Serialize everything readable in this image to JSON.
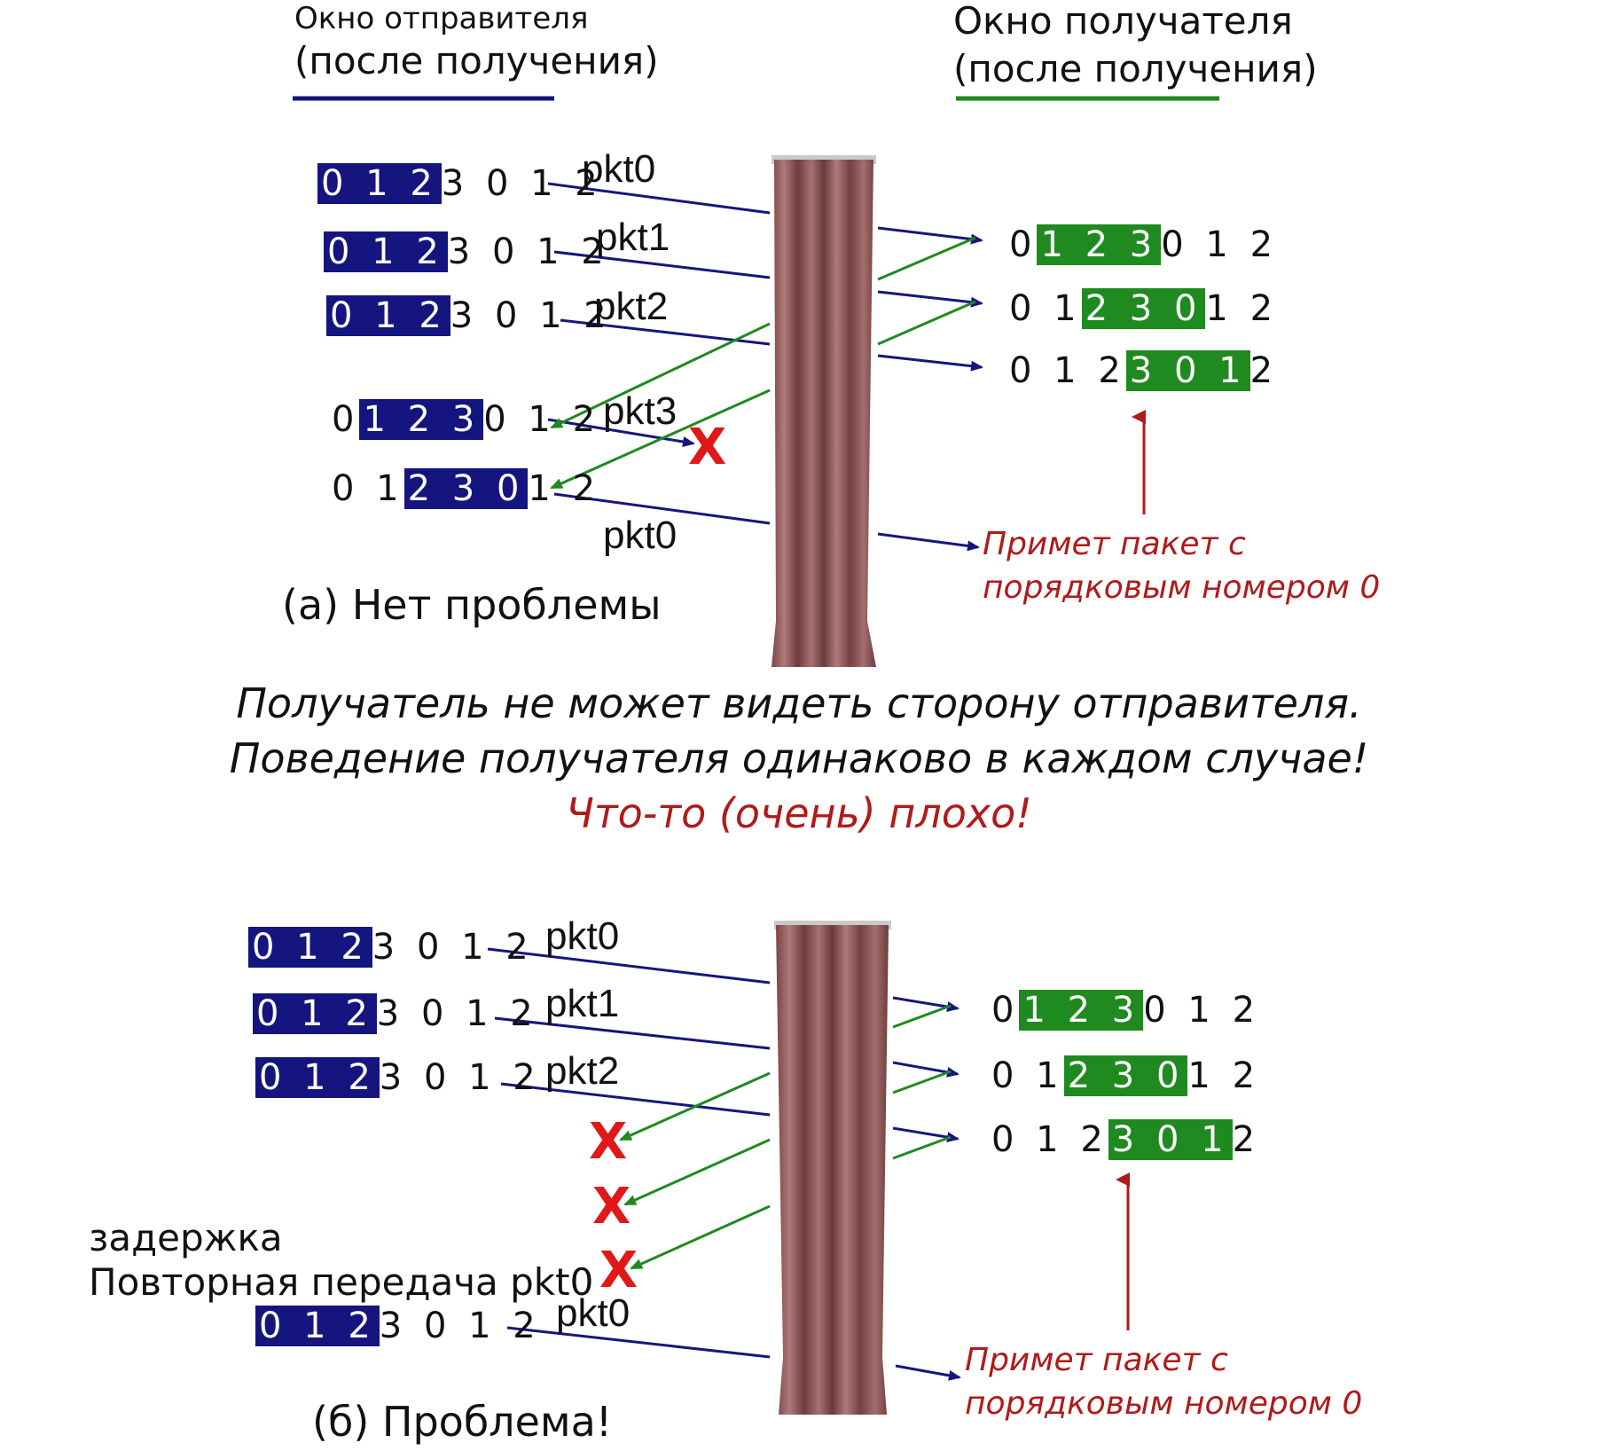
{
  "sender_window": {
    "line1": "Окно отправителя",
    "line2": "(после получения)"
  },
  "receiver_window": {
    "line1": "Окно получателя",
    "line2": "(после получения)"
  },
  "panel_a": {
    "caption": "(а) Нет проблемы",
    "sender_rows": [
      {
        "left": "",
        "hl": "0 1 2",
        "right": "3 0 1 2"
      },
      {
        "left": "",
        "hl": "0 1 2",
        "right": "3 0 1 2"
      },
      {
        "left": "",
        "hl": "0 1 2",
        "right": "3 0 1 2"
      },
      {
        "left": "0",
        "hl": "1 2 3",
        "right": "0 1 2"
      },
      {
        "left": "0 1",
        "hl": "2 3 0",
        "right": "1 2"
      }
    ],
    "receiver_rows": [
      {
        "left": "0",
        "hl": "1 2 3",
        "right": "0 1 2"
      },
      {
        "left": "0 1",
        "hl": "2 3 0",
        "right": "1 2"
      },
      {
        "left": "0 1 2",
        "hl": "3 0 1",
        "right": "2"
      }
    ],
    "packets": [
      "pkt0",
      "pkt1",
      "pkt2",
      "pkt3",
      "pkt0"
    ],
    "lost_mark": "X",
    "note_line1": "Примет пакет с",
    "note_line2": "порядковым номером 0"
  },
  "center_message": {
    "line1": "Получатель не может видеть сторону отправителя.",
    "line2": "Поведение получателя одинаково в каждом случае!",
    "line3": "Что-то (очень) плохо!"
  },
  "panel_b": {
    "caption": "(б) Проблема!",
    "sender_rows": [
      {
        "left": "",
        "hl": "0 1 2",
        "right": "3 0 1 2"
      },
      {
        "left": "",
        "hl": "0 1 2",
        "right": "3 0 1 2"
      },
      {
        "left": "",
        "hl": "0 1 2",
        "right": "3 0 1 2"
      },
      {
        "left": "",
        "hl": "0 1 2",
        "right": "3 0 1 2"
      }
    ],
    "receiver_rows": [
      {
        "left": "0",
        "hl": "1 2 3",
        "right": "0 1 2"
      },
      {
        "left": "0 1",
        "hl": "2 3 0",
        "right": "1 2"
      },
      {
        "left": "0 1 2",
        "hl": "3 0 1",
        "right": "2"
      }
    ],
    "packets": [
      "pkt0",
      "pkt1",
      "pkt2",
      "pkt0"
    ],
    "lost_marks": [
      "X",
      "X",
      "X"
    ],
    "timeout_label": "задержка",
    "retransmit_label": "Повторная передача pkt0",
    "note_line1": "Примет пакет с",
    "note_line2": "порядковым номером 0"
  },
  "colors": {
    "sender": "#15157f",
    "receiver": "#1f8a1f",
    "alert": "#b01a1a",
    "lost": "#e01818",
    "curtain": "#9a5e5e"
  }
}
